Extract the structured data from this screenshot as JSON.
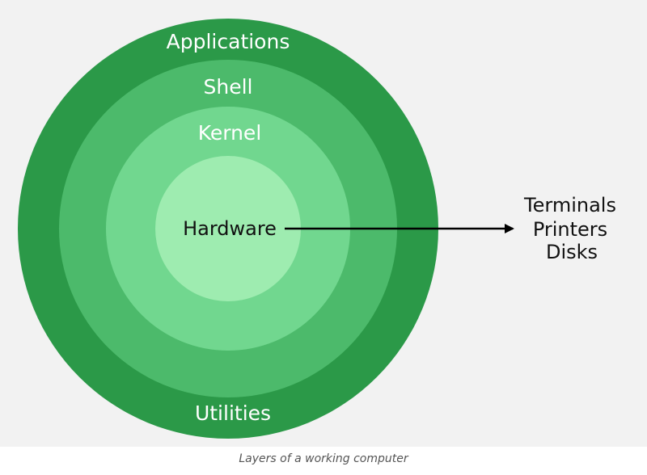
{
  "diagram": {
    "layers": {
      "applications": {
        "label": "Applications",
        "color": "#2b9948"
      },
      "shell": {
        "label": "Shell",
        "color": "#4cba6b"
      },
      "kernel": {
        "label": "Kernel",
        "color": "#71d78f"
      },
      "hardware": {
        "label": "Hardware",
        "color": "#9eecb0"
      }
    },
    "utilities_label": "Utilities",
    "devices": [
      "Terminals",
      "Printers",
      "Disks"
    ],
    "arrow_color": "#000000"
  },
  "caption": "Layers of a working computer"
}
